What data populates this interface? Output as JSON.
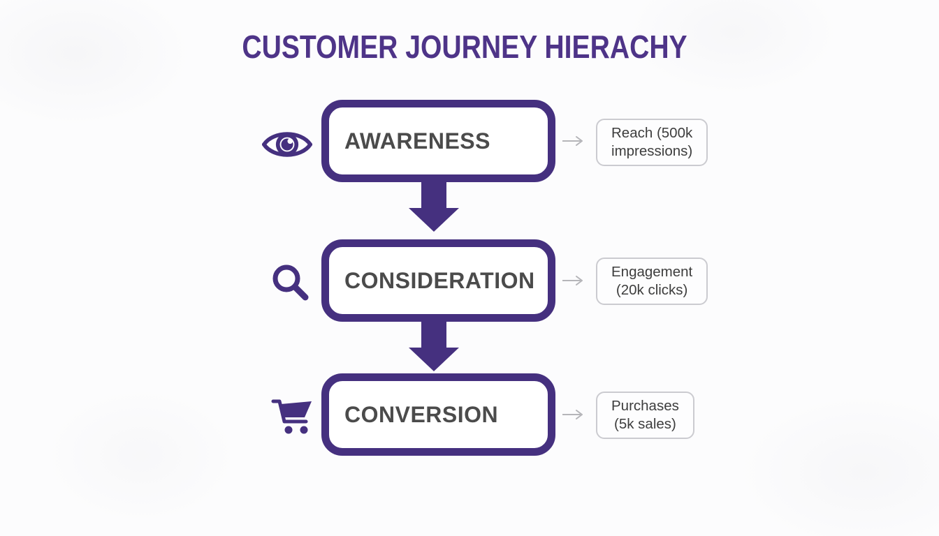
{
  "title": "CUSTOMER JOURNEY HIERACHY",
  "colors": {
    "purple": "#45307F",
    "title-purple": "#4E3488",
    "label-gray": "#4B4B4B",
    "note-text": "#3D3D3D",
    "note-border": "#CBCBD0",
    "arrow-gray": "#B5B5B9"
  },
  "stages": [
    {
      "label": "AWARENESS",
      "icon": "eye-icon",
      "metric_line1": "Reach (500k",
      "metric_line2": "impressions)"
    },
    {
      "label": "CONSIDERATION",
      "icon": "search-icon",
      "metric_line1": "Engagement",
      "metric_line2": "(20k clicks)"
    },
    {
      "label": "CONVERSION",
      "icon": "cart-icon",
      "metric_line1": "Purchases",
      "metric_line2": "(5k sales)"
    }
  ]
}
